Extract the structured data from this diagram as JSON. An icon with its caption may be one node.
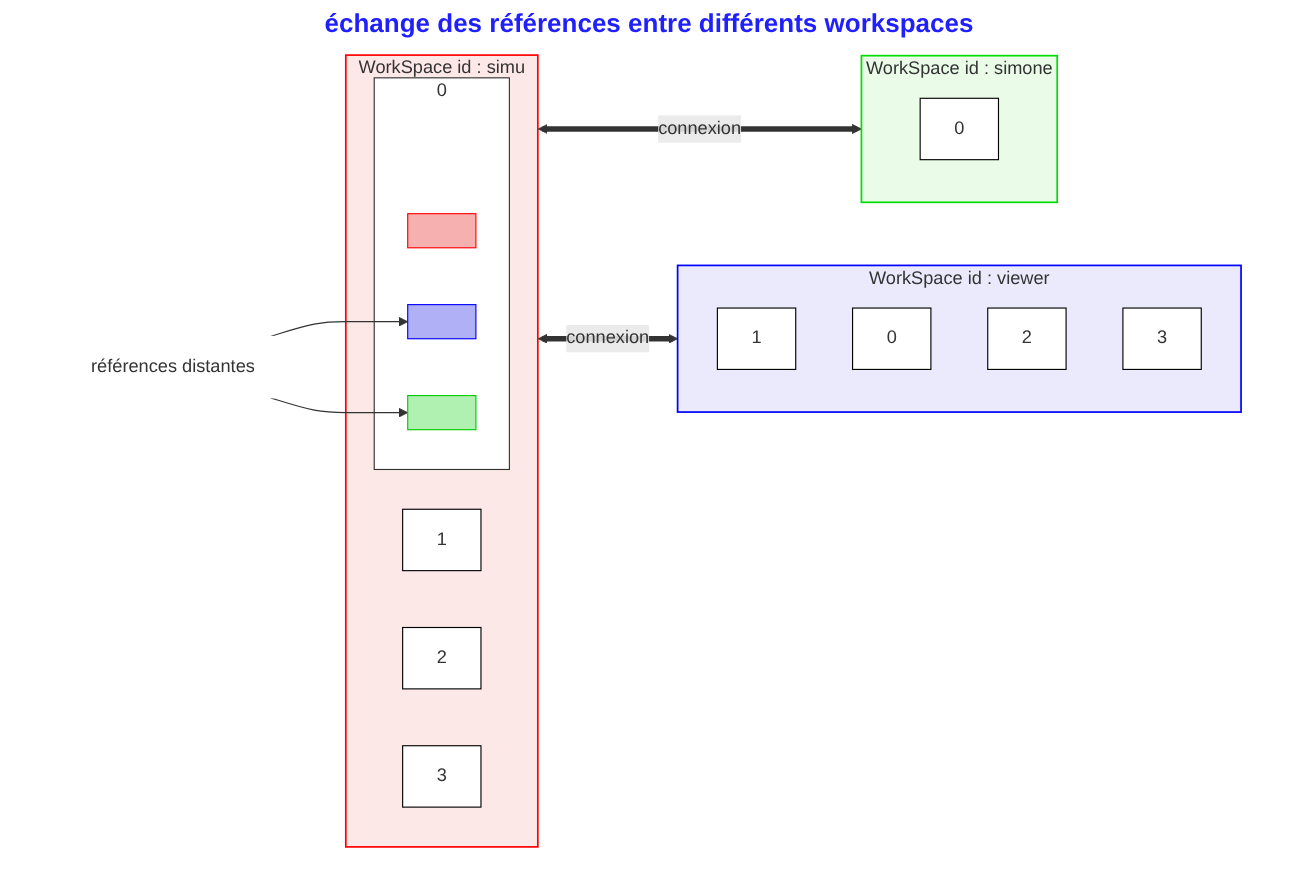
{
  "diagram": {
    "nodes": [
      {
        "text": [
          "WorkSpace id : simu"
        ]
      },
      {
        "text": [
          "1"
        ],
        "in": 0
      },
      {
        "text": [
          "0"
        ],
        "in": 0
      },
      {
        "text": [],
        "shape": "box",
        "in": 2
      },
      {
        "text": [],
        "shape": "box",
        "in": 2
      },
      {
        "text": [],
        "shape": "box",
        "in": 2
      },
      {
        "text": [
          "2"
        ],
        "in": 0
      },
      {
        "text": [
          "3"
        ],
        "in": 0
      },
      {
        "text": [
          "WorkSpace id : simone"
        ]
      },
      {
        "text": [
          "0"
        ],
        "in": 8
      },
      {
        "text": [
          "références distantes"
        ]
      },
      {
        "text": [
          "WorkSpace id : viewer"
        ]
      },
      {
        "text": [
          "1"
        ],
        "in": 11
      },
      {
        "text": [
          "0"
        ],
        "in": 11
      },
      {
        "text": [
          "2"
        ],
        "in": 11
      },
      {
        "text": [
          "3"
        ],
        "in": 11
      }
    ],
    "edges": [
      {
        "from": 0,
        "to": 8,
        "arrow": "both",
        "label": "connexion",
        "style": "thick"
      },
      {
        "from": 0,
        "to": 11,
        "arrow": "both",
        "label": "connexion",
        "style": "thick"
      },
      {
        "from": 10,
        "to": 4,
        "arrow": "to"
      },
      {
        "from": 10,
        "to": 5,
        "arrow": "to"
      }
    ],
    "labels": [
      "échange des références entre différents workspaces"
    ]
  }
}
